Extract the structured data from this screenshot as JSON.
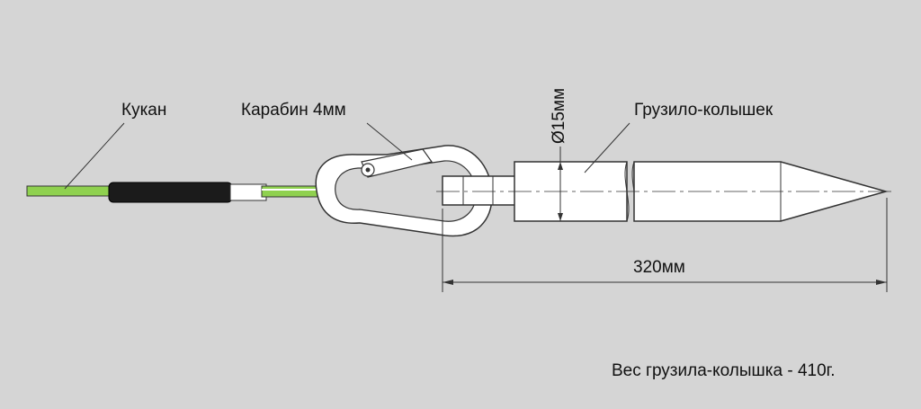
{
  "labels": {
    "leash": "Кукан",
    "carabiner": "Карабин 4мм",
    "weight": "Грузило-колышек",
    "diameter": "Ø15мм",
    "length": "320мм",
    "note": "Вес грузила-колышка - 410г."
  },
  "colors": {
    "background": "#d5d5d5",
    "cord": "#8fd14f",
    "sleeve": "#1b1b1b",
    "outline": "#333333"
  }
}
